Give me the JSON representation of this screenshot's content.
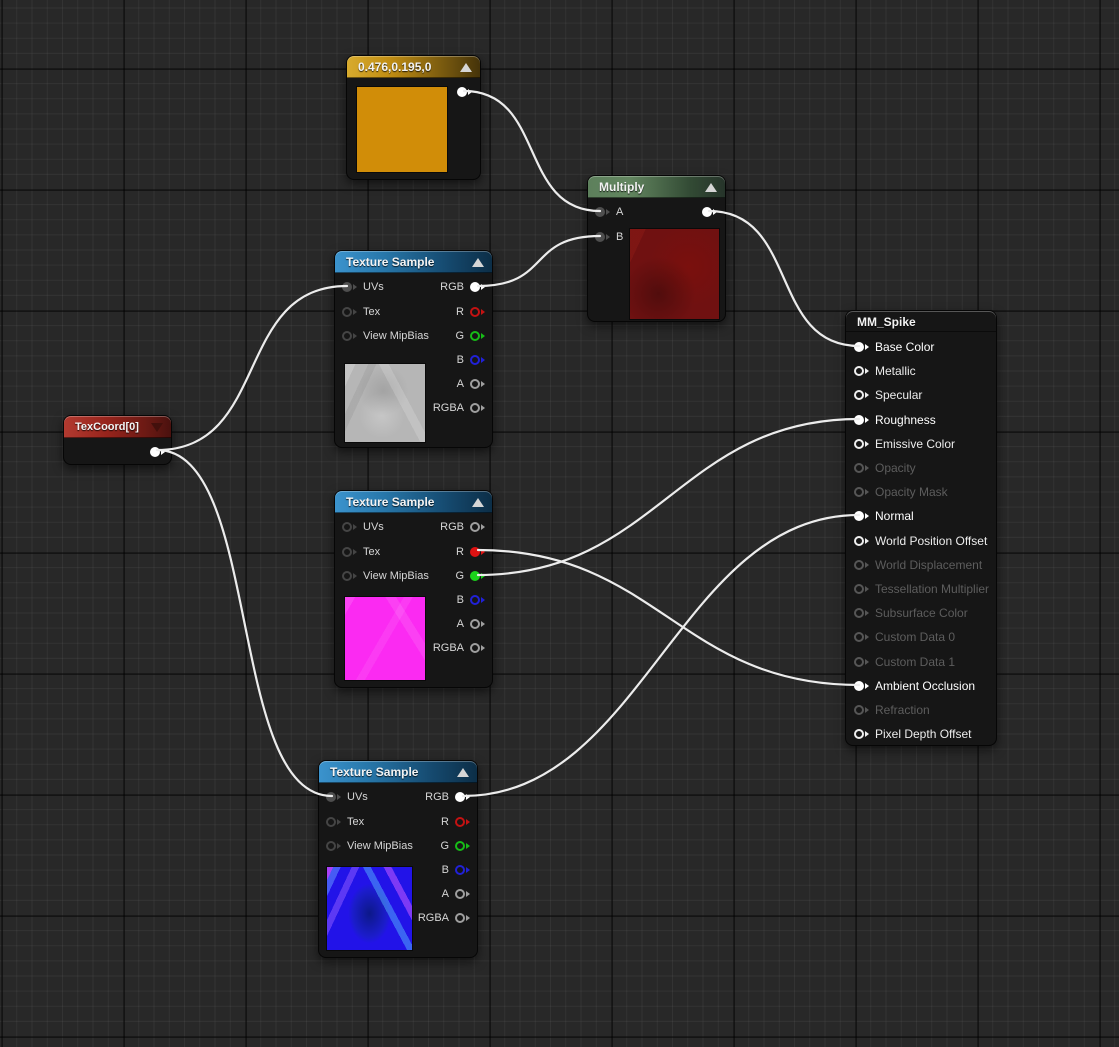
{
  "graph": {
    "background_color": "#282828",
    "wire_color": "#ececec",
    "nodes": {
      "constant_vector": {
        "title": "0.476,0.195,0",
        "header_color": "#c08d13",
        "preview_color": "#d18d08"
      },
      "texcoord": {
        "title": "TexCoord[0]",
        "header_color": "#97241c"
      },
      "multiply": {
        "title": "Multiply",
        "header_color": "#62855f",
        "inputs": [
          "A",
          "B"
        ],
        "preview": "dark red texture"
      },
      "texture_sample_1": {
        "title": "Texture Sample",
        "header_color": "#2878ab",
        "inputs": [
          "UVs",
          "Tex",
          "View MipBias"
        ],
        "outputs": [
          "RGB",
          "R",
          "G",
          "B",
          "A",
          "RGBA"
        ],
        "preview": "gray spike texture"
      },
      "texture_sample_2": {
        "title": "Texture Sample",
        "header_color": "#2878ab",
        "inputs": [
          "UVs",
          "Tex",
          "View MipBias"
        ],
        "outputs": [
          "RGB",
          "R",
          "G",
          "B",
          "A",
          "RGBA"
        ],
        "preview": "magenta texture"
      },
      "texture_sample_3": {
        "title": "Texture Sample",
        "header_color": "#2878ab",
        "inputs": [
          "UVs",
          "Tex",
          "View MipBias"
        ],
        "outputs": [
          "RGB",
          "R",
          "G",
          "B",
          "A",
          "RGBA"
        ],
        "preview": "blue normal map texture"
      },
      "material_result": {
        "title": "MM_Spike",
        "pins": [
          {
            "label": "Base Color",
            "state": "connected"
          },
          {
            "label": "Metallic",
            "state": "enabled"
          },
          {
            "label": "Specular",
            "state": "enabled"
          },
          {
            "label": "Roughness",
            "state": "connected"
          },
          {
            "label": "Emissive Color",
            "state": "enabled"
          },
          {
            "label": "Opacity",
            "state": "disabled"
          },
          {
            "label": "Opacity Mask",
            "state": "disabled"
          },
          {
            "label": "Normal",
            "state": "connected"
          },
          {
            "label": "World Position Offset",
            "state": "enabled"
          },
          {
            "label": "World Displacement",
            "state": "disabled"
          },
          {
            "label": "Tessellation Multiplier",
            "state": "disabled"
          },
          {
            "label": "Subsurface Color",
            "state": "disabled"
          },
          {
            "label": "Custom Data 0",
            "state": "disabled"
          },
          {
            "label": "Custom Data 1",
            "state": "disabled"
          },
          {
            "label": "Ambient Occlusion",
            "state": "connected"
          },
          {
            "label": "Refraction",
            "state": "disabled"
          },
          {
            "label": "Pixel Depth Offset",
            "state": "enabled"
          }
        ]
      }
    },
    "connections": [
      "constant_vector.out -> multiply.A",
      "texture_sample_1.RGB -> multiply.B",
      "multiply.out -> material_result.Base Color",
      "texcoord.out -> texture_sample_1.UVs",
      "texcoord.out -> texture_sample_3.UVs",
      "texture_sample_2.G -> material_result.Roughness",
      "texture_sample_2.R -> material_result.Ambient Occlusion",
      "texture_sample_3.RGB -> material_result.Normal"
    ]
  }
}
